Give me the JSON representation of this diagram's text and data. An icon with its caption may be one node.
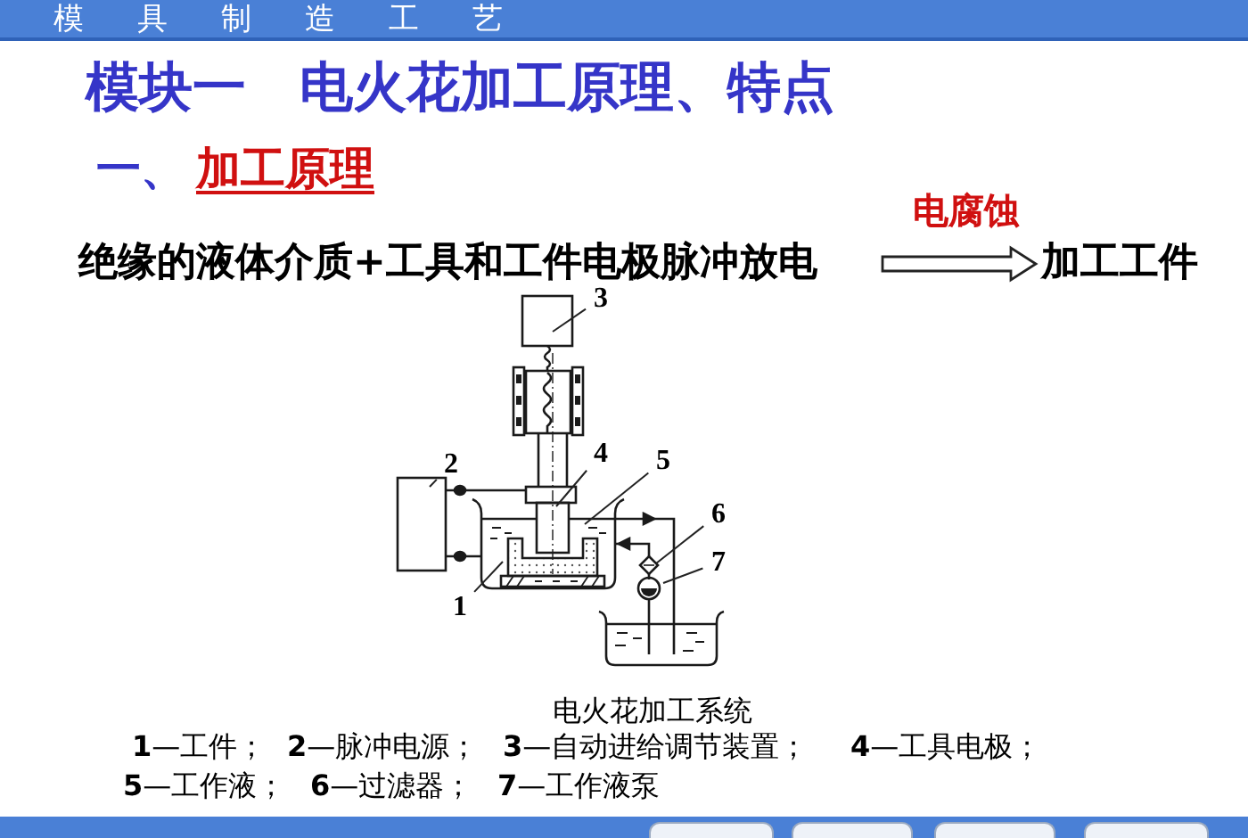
{
  "diagram": {
    "title": "模块一　电火花加工原理、特点",
    "caption": "电火花加工系统",
    "nodes": [
      {
        "text": [
          "绝缘的液体介质+工具和工件电极脉冲放电"
        ]
      },
      {
        "text": [
          "加工工件"
        ]
      },
      {
        "text": [
          "3"
        ]
      },
      {
        "text": [
          "2"
        ]
      },
      {
        "text": [
          "4"
        ]
      },
      {
        "text": [
          "5"
        ]
      },
      {
        "text": [
          "6"
        ]
      },
      {
        "text": [
          "7"
        ]
      },
      {
        "text": [
          "1"
        ]
      }
    ],
    "edges": [
      {
        "from": 0,
        "to": 1,
        "arrow": "to",
        "label": "电腐蚀",
        "style": "thick"
      },
      {
        "from": 2,
        "to": null,
        "arrow": "none"
      },
      {
        "from": 3,
        "to": null,
        "arrow": "none"
      },
      {
        "from": 4,
        "to": null,
        "arrow": "none"
      },
      {
        "from": 5,
        "to": null,
        "arrow": "none"
      },
      {
        "from": 6,
        "to": null,
        "arrow": "none"
      },
      {
        "from": 7,
        "to": null,
        "arrow": "none"
      },
      {
        "from": 8,
        "to": null,
        "arrow": "none"
      }
    ],
    "labels": [
      "模具制造工艺",
      "一、",
      "加工原理",
      "**1**—工件；",
      "**2**—脉冲电源；",
      "**3**—自动进给调节装置；",
      "**4**—工具电极；",
      "**5**—工作液；",
      "**6**—过滤器；",
      "**7**—工作液泵"
    ]
  }
}
